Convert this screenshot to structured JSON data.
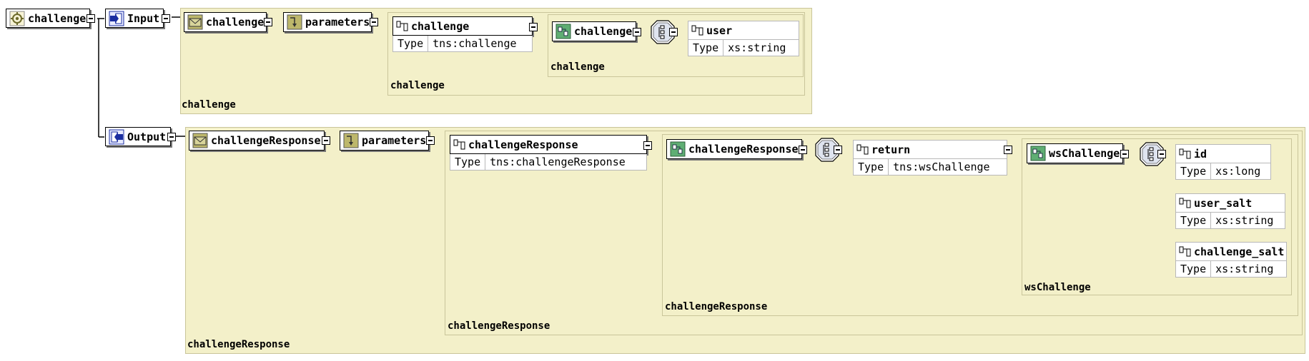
{
  "operation": {
    "name": "challenge",
    "icon": "gear-icon"
  },
  "input": {
    "label": "Input",
    "message": "challenge",
    "part": "parameters",
    "element": {
      "name": "challenge",
      "type_key": "Type",
      "type_value": "tns:challenge"
    },
    "complex_type": "challenge",
    "field": {
      "name": "user",
      "type_key": "Type",
      "type_value": "xs:string"
    },
    "inner_caption": "challenge",
    "mid_caption": "challenge",
    "outer_caption": "challenge"
  },
  "output": {
    "label": "Output",
    "message": "challengeResponse",
    "part": "parameters",
    "element": {
      "name": "challengeResponse",
      "type_key": "Type",
      "type_value": "tns:challengeResponse"
    },
    "complex_type": "challengeResponse",
    "return": {
      "name": "return",
      "type_key": "Type",
      "type_value": "tns:wsChallenge"
    },
    "ws_type": "wsChallenge",
    "fields": [
      {
        "name": "id",
        "type_key": "Type",
        "type_value": "xs:long"
      },
      {
        "name": "user_salt",
        "type_key": "Type",
        "type_value": "xs:string"
      },
      {
        "name": "challenge_salt",
        "type_key": "Type",
        "type_value": "xs:string"
      }
    ],
    "ws_caption": "wsChallenge",
    "ct_caption": "challengeResponse",
    "el_caption": "challengeResponse",
    "outer_caption": "challengeResponse"
  },
  "colors": {
    "panel": "#f3f0c9",
    "panel_border": "#c9c59a",
    "line": "#000080"
  }
}
